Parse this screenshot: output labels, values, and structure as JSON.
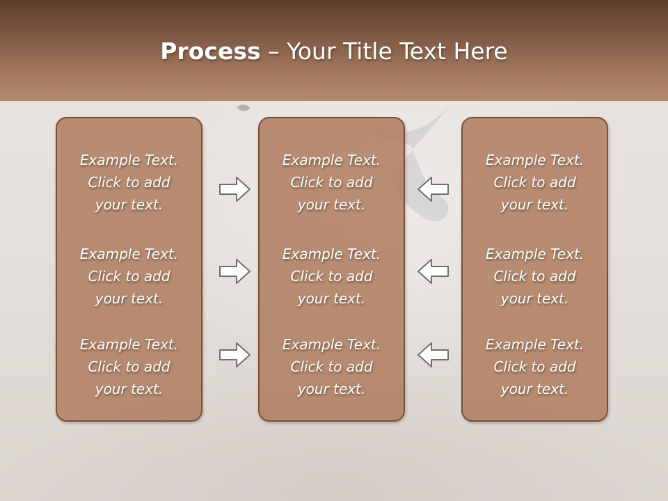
{
  "slide": {
    "title_bold": "Process",
    "title_rest": " – Your Title Text Here"
  },
  "columns": [
    {
      "items": [
        "Example Text.\nClick  to add\nyour text.",
        "Example Text.\nClick  to add\nyour text.",
        "Example Text.\nClick  to add\nyour text."
      ]
    },
    {
      "items": [
        "Example Text.\nClick  to add\nyour text.",
        "Example Text.\nClick  to add\nyour text.",
        "Example Text.\nClick  to add\nyour text."
      ]
    },
    {
      "items": [
        "Example Text.\nClick  to add\nyour text.",
        "Example Text.\nClick  to add\nyour text.",
        "Example Text.\nClick  to add\nyour text."
      ]
    }
  ],
  "arrows": {
    "left_group": "arrow-right-icon",
    "right_group": "arrow-left-icon"
  },
  "colors": {
    "header_top": "#5b3d2b",
    "header_bottom": "#b48a6f",
    "box_fill": "#b08062",
    "box_border": "#7a5036"
  }
}
